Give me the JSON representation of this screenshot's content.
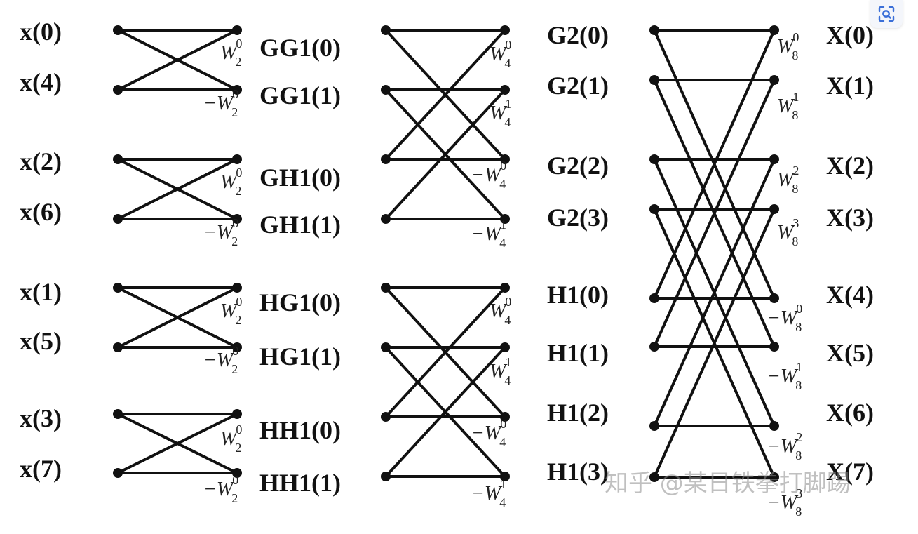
{
  "inputs": [
    "x(0)",
    "x(4)",
    "x(2)",
    "x(6)",
    "x(1)",
    "x(5)",
    "x(3)",
    "x(7)"
  ],
  "stage1": [
    "GG1(0)",
    "GG1(1)",
    "GH1(0)",
    "GH1(1)",
    "HG1(0)",
    "HG1(1)",
    "HH1(0)",
    "HH1(1)"
  ],
  "stage2": [
    "G2(0)",
    "G2(1)",
    "G2(2)",
    "G2(3)",
    "H1(0)",
    "H1(1)",
    "H1(2)",
    "H1(3)"
  ],
  "outputs": [
    "X(0)",
    "X(1)",
    "X(2)",
    "X(3)",
    "X(4)",
    "X(5)",
    "X(6)",
    "X(7)"
  ],
  "twiddles_stage1": [
    {
      "sign": "",
      "base": "W",
      "sub": "2",
      "sup": "0"
    },
    {
      "sign": "−",
      "base": "W",
      "sub": "2",
      "sup": "0"
    }
  ],
  "twiddles_stage2": [
    {
      "sign": "",
      "base": "W",
      "sub": "4",
      "sup": "0"
    },
    {
      "sign": "",
      "base": "W",
      "sub": "4",
      "sup": "1"
    },
    {
      "sign": "−",
      "base": "W",
      "sub": "4",
      "sup": "0"
    },
    {
      "sign": "−",
      "base": "W",
      "sub": "4",
      "sup": "1"
    }
  ],
  "twiddles_stage3": [
    {
      "sign": "",
      "base": "W",
      "sub": "8",
      "sup": "0"
    },
    {
      "sign": "",
      "base": "W",
      "sub": "8",
      "sup": "1"
    },
    {
      "sign": "",
      "base": "W",
      "sub": "8",
      "sup": "2"
    },
    {
      "sign": "",
      "base": "W",
      "sub": "8",
      "sup": "3"
    },
    {
      "sign": "−",
      "base": "W",
      "sub": "8",
      "sup": "0"
    },
    {
      "sign": "−",
      "base": "W",
      "sub": "8",
      "sup": "1"
    },
    {
      "sign": "−",
      "base": "W",
      "sub": "8",
      "sup": "2"
    },
    {
      "sign": "−",
      "base": "W",
      "sub": "8",
      "sup": "3"
    }
  ],
  "watermark": "知乎 @某日铁拳打脚踢",
  "lens_icon": "visual-search-icon",
  "colors": {
    "ink": "#111111",
    "watermark": "#8c8c8c",
    "lens_bg": "#f4f6fb",
    "lens_icon": "#3b6fd8"
  }
}
